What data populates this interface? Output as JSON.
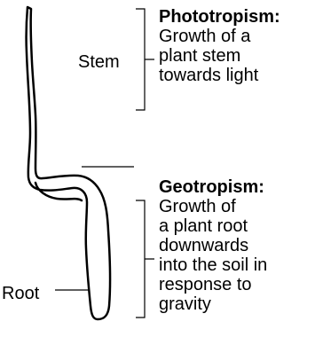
{
  "labels": {
    "stem": "Stem",
    "root": "Root"
  },
  "phototropism": {
    "term": "Phototropism:",
    "lines": [
      "Growth of a",
      "plant stem",
      "towards light"
    ]
  },
  "geotropism": {
    "term": "Geotropism:",
    "lines": [
      "Growth of",
      "a plant root",
      "downwards",
      "into the soil in",
      "response to",
      "gravity"
    ]
  }
}
